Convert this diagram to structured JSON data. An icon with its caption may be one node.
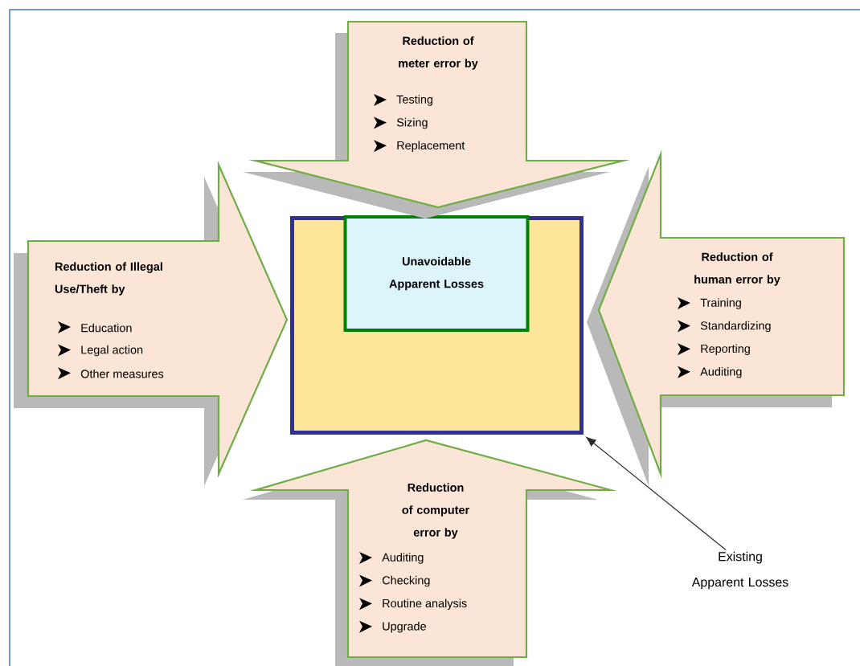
{
  "diagram": {
    "nodes": [
      {
        "text": [],
        "shape": "box"
      },
      {
        "text": [
          "Unavoidable Apparent Losses"
        ],
        "in": 0
      },
      {
        "text": [
          "Reduction of meter error by",
          "Testing",
          "Sizing",
          "Replacement"
        ]
      },
      {
        "text": [
          "Reduction of Illegal Use/Theft by",
          "Education",
          "Legal action",
          "Other measures"
        ]
      },
      {
        "text": [
          "Reduction of human error by",
          "Training",
          "Standardizing",
          "Reporting",
          "Auditing"
        ]
      },
      {
        "text": [
          "Reduction of computer error by",
          "Auditing",
          "Checking",
          "Routine analysis",
          "Upgrade"
        ]
      },
      {
        "text": [
          "Existing Apparent Losses"
        ]
      }
    ],
    "edges": [
      {
        "from": 6,
        "to": 0,
        "arrow": "to"
      }
    ]
  }
}
